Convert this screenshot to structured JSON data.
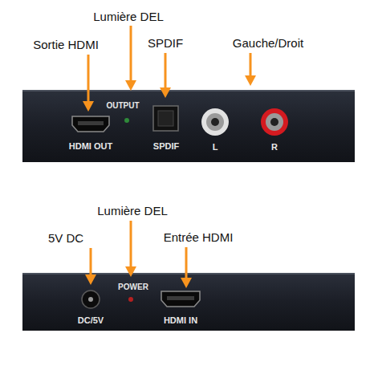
{
  "diagram": {
    "labels": [
      "Lumière DEL",
      "Sortie HDMI",
      "SPDIF",
      "Gauche/Droit",
      "OUTPUT",
      "HDMI OUT",
      "SPDIF",
      "L",
      "R",
      "Lumière DEL",
      "5V DC",
      "Entrée HDMI",
      "POWER",
      "DC/5V",
      "HDMI IN"
    ]
  }
}
